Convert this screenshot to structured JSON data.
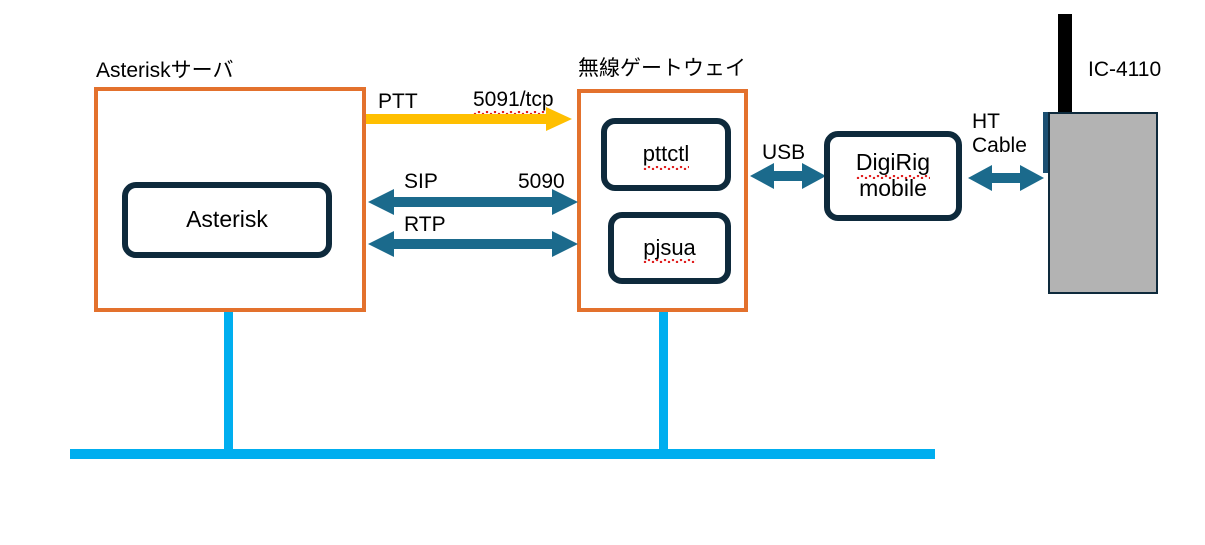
{
  "diagram": {
    "title_server": "Asteriskサーバ",
    "title_gateway": "無線ゲートウェイ",
    "nodes": {
      "asterisk": "Asterisk",
      "pttctl": "pttctl",
      "pjsua": "pjsua",
      "digirig_line1": "DigiRig",
      "digirig_line2": "mobile",
      "radio": "IC-4110"
    },
    "connections": {
      "ptt_label": "PTT",
      "ptt_port": "5091/tcp",
      "sip_label": "SIP",
      "sip_port": "5090",
      "rtp_label": "RTP",
      "usb_label": "USB",
      "ht_cable_line1": "HT",
      "ht_cable_line2": "Cable"
    },
    "colors": {
      "container_border": "#e3712d",
      "process_border": "#0e2a3c",
      "arrow_blue": "#1b6a8c",
      "arrow_yellow": "#ffbf00",
      "bus_cyan": "#00aeef",
      "radio_body": "#b3b3b3",
      "antenna": "#000000",
      "spellcheck_underline": "#e02020"
    }
  }
}
